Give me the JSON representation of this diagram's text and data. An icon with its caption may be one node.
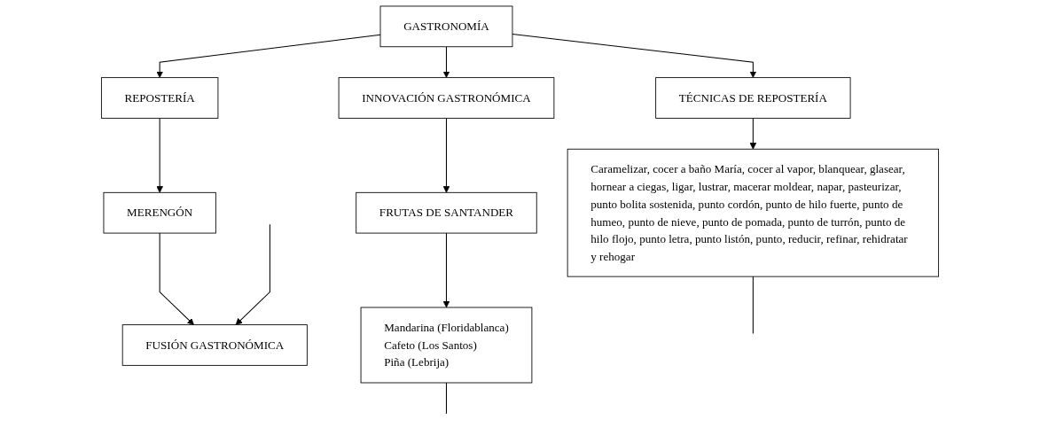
{
  "diagram": {
    "nodes": [
      {
        "text": [
          "GASTRONOMÍA"
        ]
      },
      {
        "text": [
          "REPOSTERÍA"
        ]
      },
      {
        "text": [
          "INNOVACIÓN GASTRONÓMICA"
        ]
      },
      {
        "text": [
          "TÉCNICAS DE REPOSTERÍA"
        ]
      },
      {
        "text": [
          "MERENGÓN"
        ]
      },
      {
        "text": [
          "FRUTAS DE SANTANDER"
        ]
      },
      {
        "text": [
          "Caramelizar, cocer a baño María, cocer al vapor, blanquear, glasear, hornear a ciegas, ligar, lustrar, macerar moldear, napar, pasteurizar, punto bolita sostenida, punto cordón, punto de hilo fuerte, punto de humeo, punto de nieve, punto de pomada, punto de turrón, punto de hilo flojo, punto letra, punto listón, punto, reducir, refinar, rehidratar y rehogar"
        ]
      },
      {
        "text": [
          "FUSIÓN GASTRONÓMICA"
        ]
      },
      {
        "text": [
          "Mandarina (Floridablanca)",
          "Cafeto (Los Santos)",
          "Piña (Lebrija)"
        ]
      }
    ],
    "edges": [
      {
        "from": 0,
        "to": 1,
        "arrow": "to"
      },
      {
        "from": 0,
        "to": 2,
        "arrow": "to"
      },
      {
        "from": 0,
        "to": 3,
        "arrow": "to"
      },
      {
        "from": 1,
        "to": 4,
        "arrow": "to"
      },
      {
        "from": 4,
        "to": 7,
        "arrow": "to"
      },
      {
        "from": 2,
        "to": 5,
        "arrow": "to"
      },
      {
        "from": 5,
        "to": 8,
        "arrow": "to"
      },
      {
        "from": 3,
        "to": 6,
        "arrow": "to"
      },
      {
        "from": null,
        "to": 7,
        "arrow": "to"
      },
      {
        "from": 8,
        "to": null,
        "arrow": "none"
      },
      {
        "from": 6,
        "to": null,
        "arrow": "none"
      }
    ]
  }
}
